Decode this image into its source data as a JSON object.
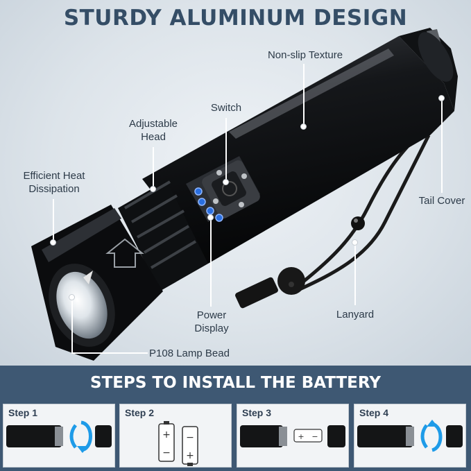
{
  "title": "STURDY ALUMINUM DESIGN",
  "labels": {
    "non_slip": "Non-slip Texture",
    "switch": "Switch",
    "adjustable_head": "Adjustable Head",
    "heat": "Efficient Heat Dissipation",
    "tail_cover": "Tail Cover",
    "power_display": "Power Display",
    "lanyard": "Lanyard",
    "lamp_bead": "P108 Lamp Bead"
  },
  "bottom_title": "STEPS TO INSTALL THE BATTERY",
  "steps": [
    {
      "label": "Step 1"
    },
    {
      "label": "Step 2"
    },
    {
      "label": "Step 3"
    },
    {
      "label": "Step 4"
    }
  ],
  "colors": {
    "title": "#344d66",
    "panel": "#3e5873",
    "arrow": "#1e9be8",
    "indicator": "#2a6fe0"
  }
}
